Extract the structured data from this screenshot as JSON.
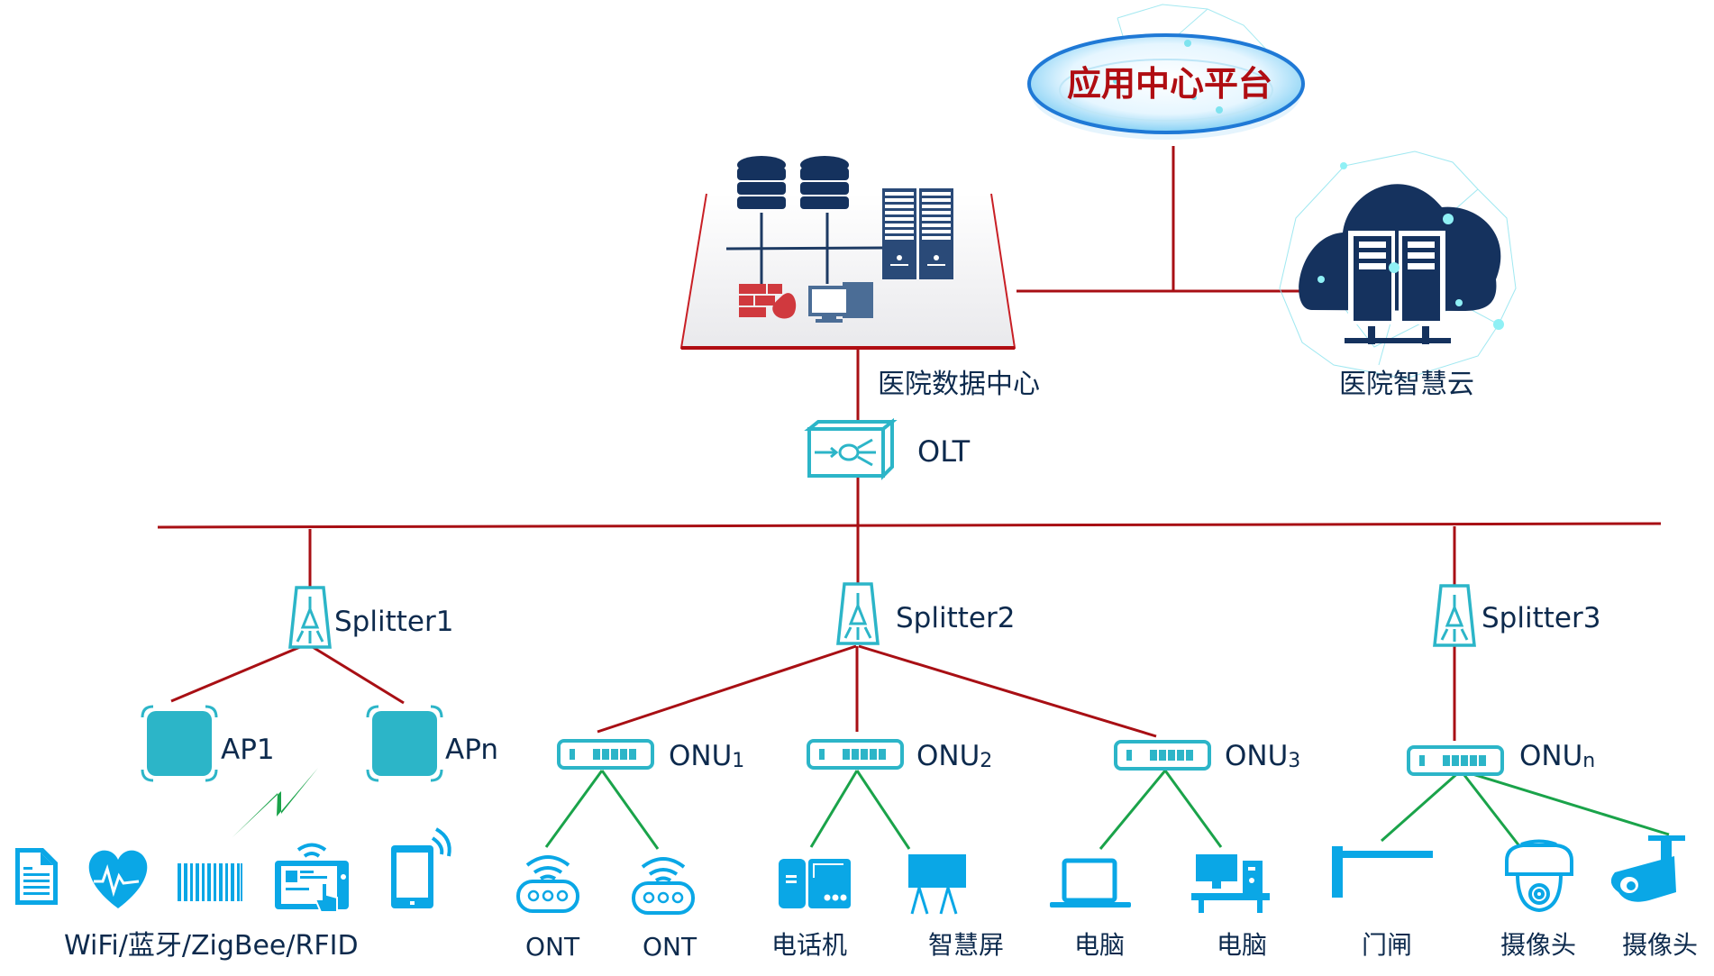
{
  "colors": {
    "fiber_line": "#a80f14",
    "wireless_line": "#1aa34a",
    "device_teal": "#2cb5c8",
    "device_blue": "#0aa7e6",
    "server_navy": "#1d3a63",
    "firewall_red": "#d0393e",
    "label_text": "#0d2a4d",
    "platform_title": "#b00d12"
  },
  "top": {
    "platform": {
      "title": "应用中心平台",
      "icon": "glass-disc-platform-icon"
    },
    "data_center": {
      "label": "医院数据中心",
      "icons": [
        "database-icon",
        "database-icon",
        "server-rack-icon",
        "firewall-icon",
        "workstation-icon"
      ]
    },
    "cloud": {
      "label": "医院智慧云",
      "icon": "cloud-server-icon"
    }
  },
  "olt": {
    "label": "OLT",
    "icon": "olt-splitter-box-icon"
  },
  "splitters": [
    {
      "label": "Splitter1",
      "icon": "splitter-icon"
    },
    {
      "label": "Splitter2",
      "icon": "splitter-icon"
    },
    {
      "label": "Splitter3",
      "icon": "splitter-icon"
    }
  ],
  "access_points": [
    {
      "label": "AP1",
      "icon": "access-point-icon"
    },
    {
      "label": "APn",
      "icon": "access-point-icon"
    }
  ],
  "onus": [
    {
      "base": "ONU",
      "sub": "1"
    },
    {
      "base": "ONU",
      "sub": "2"
    },
    {
      "base": "ONU",
      "sub": "3"
    },
    {
      "base": "ONU",
      "sub": "n"
    }
  ],
  "wireless_group": {
    "label": "WiFi/蓝牙/ZigBee/RFID",
    "icons": [
      "document-icon",
      "heart-rate-icon",
      "barcode-icon",
      "touch-tablet-icon",
      "mobile-phone-icon"
    ],
    "signal_icon": "lightning-signal-icon"
  },
  "endpoints": [
    {
      "label": "ONT",
      "icon": "wifi-router-icon"
    },
    {
      "label": "ONT",
      "icon": "wifi-router-icon"
    },
    {
      "label": "电话机",
      "icon": "telephone-icon"
    },
    {
      "label": "智慧屏",
      "icon": "smart-screen-icon"
    },
    {
      "label": "电脑",
      "icon": "laptop-icon"
    },
    {
      "label": "电脑",
      "icon": "desktop-computer-icon"
    },
    {
      "label": "门闸",
      "icon": "barrier-gate-icon"
    },
    {
      "label": "摄像头",
      "icon": "dome-camera-icon"
    },
    {
      "label": "摄像头",
      "icon": "bullet-camera-icon"
    }
  ]
}
